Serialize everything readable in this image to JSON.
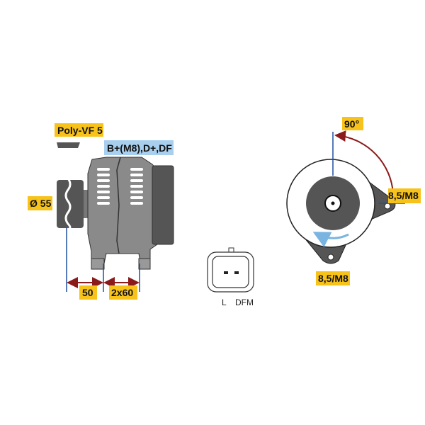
{
  "labels": {
    "belt": "Poly-VF 5",
    "terminals": "B+(M8),D+,DF",
    "pulley_diameter": "Ø 55",
    "dim_pulley_to_mount": "50",
    "dim_mount_spacing": "2x60",
    "angle": "90°",
    "mount_right": "8,5/M8",
    "mount_bottom": "8,5/M8",
    "pin_l": "L",
    "pin_dfm": "DFM"
  },
  "colors": {
    "label_bg": "#f7c21a",
    "terminal_bg": "#a9cfee",
    "dim_line": "#1f4fa0",
    "dim_arrow": "#8b1a1a",
    "body": "#8a8a8a",
    "dark": "#555555",
    "rotation_arrow": "#7ab4e0"
  }
}
